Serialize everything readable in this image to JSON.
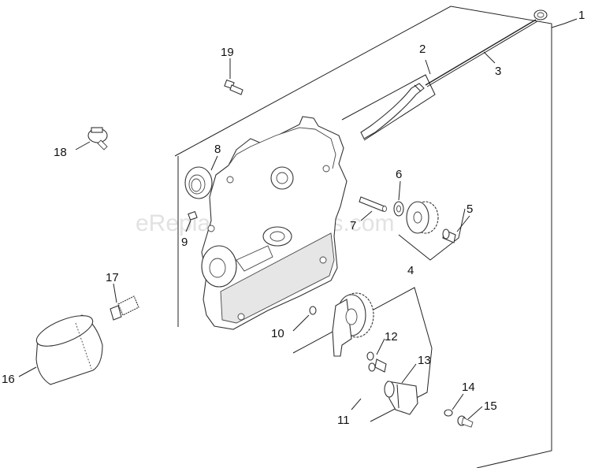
{
  "watermark": "eReplacementParts.com",
  "callouts": {
    "c1": "1",
    "c2": "2",
    "c3": "3",
    "c4": "4",
    "c5": "5",
    "c6": "6",
    "c7": "7",
    "c8": "8",
    "c9": "9",
    "c10": "10",
    "c11": "11",
    "c12": "12",
    "c13": "13",
    "c14": "14",
    "c15": "15",
    "c16": "16",
    "c17": "17",
    "c18": "18",
    "c19": "19"
  }
}
